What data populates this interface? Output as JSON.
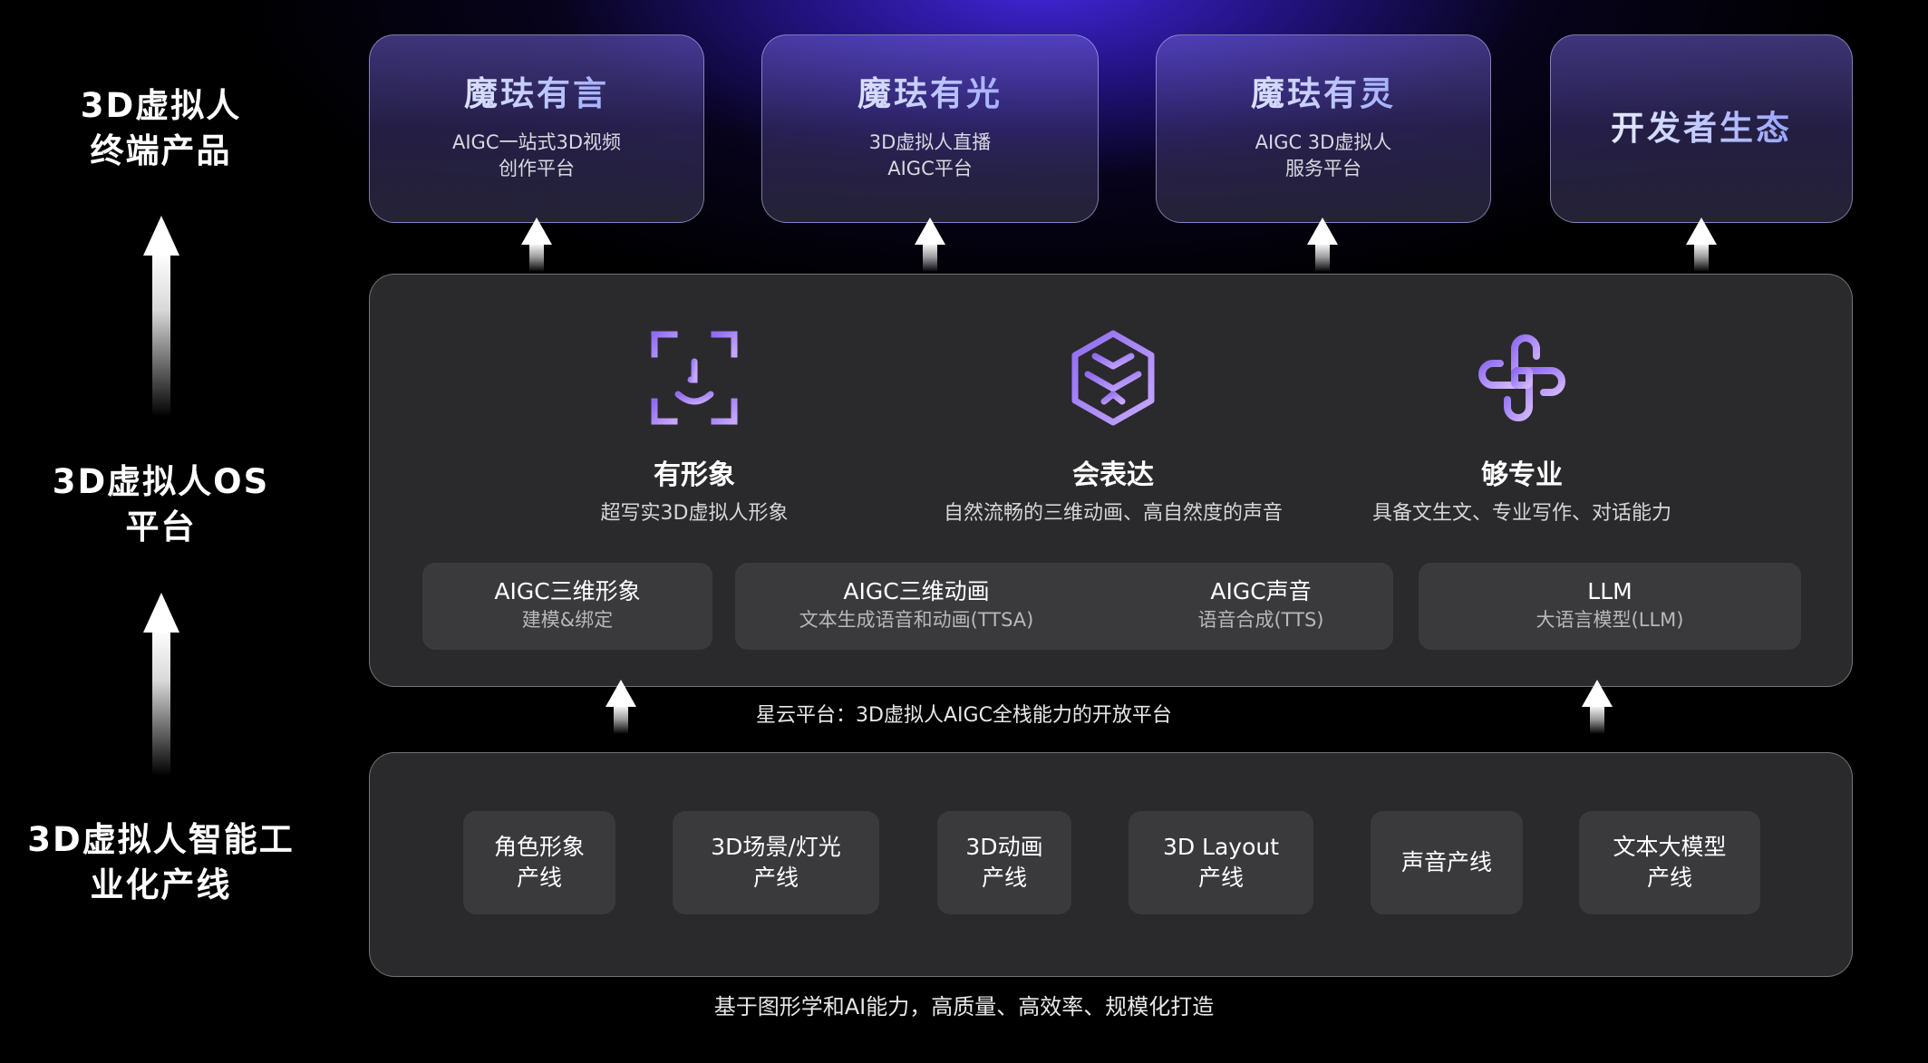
{
  "layers": {
    "top": {
      "line1": "3D虚拟人",
      "line2": "终端产品"
    },
    "middle": {
      "line1": "3D虚拟人OS",
      "line2": "平台"
    },
    "bottom": {
      "line1": "3D虚拟人智能工",
      "line2": "业化产线"
    }
  },
  "products": [
    {
      "title": "魔珐有言",
      "desc1": "AIGC一站式3D视频",
      "desc2": "创作平台"
    },
    {
      "title": "魔珐有光",
      "desc1": "3D虚拟人直播",
      "desc2": "AIGC平台"
    },
    {
      "title": "魔珐有灵",
      "desc1": "AIGC 3D虚拟人",
      "desc2": "服务平台"
    },
    {
      "title": "开发者生态"
    }
  ],
  "os_platform": {
    "features": [
      {
        "icon": "face-scan-icon",
        "title": "有形象",
        "desc": "超写实3D虚拟人形象"
      },
      {
        "icon": "cube-face-icon",
        "title": "会表达",
        "desc": "自然流畅的三维动画、高自然度的声音"
      },
      {
        "icon": "knot-icon",
        "title": "够专业",
        "desc": "具备文生文、专业写作、对话能力"
      }
    ],
    "tech": [
      {
        "name": "AIGC三维形象",
        "sub": "建模&绑定"
      },
      {
        "name": "AIGC三维动画",
        "sub": "文本生成语音和动画(TTSA)"
      },
      {
        "name": "AIGC声音",
        "sub": "语音合成(TTS)"
      },
      {
        "name": "LLM",
        "sub": "大语言模型(LLM)"
      }
    ],
    "caption": "星云平台：3D虚拟人AIGC全栈能力的开放平台"
  },
  "pipeline": {
    "items": [
      {
        "line1": "角色形象",
        "line2": "产线"
      },
      {
        "line1": "3D场景/灯光",
        "line2": "产线"
      },
      {
        "line1": "3D动画",
        "line2": "产线"
      },
      {
        "line1": "3D Layout",
        "line2": "产线"
      },
      {
        "line1": "声音产线",
        "line2": ""
      },
      {
        "line1": "文本大模型",
        "line2": "产线"
      }
    ],
    "caption": "基于图形学和AI能力，高质量、高效率、规模化打造"
  },
  "colors": {
    "accent_purple": "#a07cf0",
    "accent_blue": "#7e8bff",
    "panel_bg": "#2a2a2c",
    "box_bg": "#3a3a3d"
  }
}
